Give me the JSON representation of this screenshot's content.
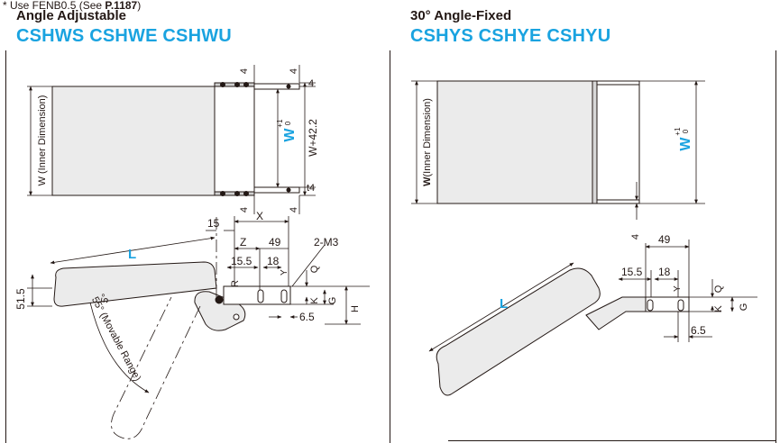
{
  "note": {
    "prefix": "* Use FENB0.5 (See ",
    "ref": "P.1187",
    "suffix": ")"
  },
  "left": {
    "title": "Angle Adjustable",
    "codes": "CSHWS CSHWE CSHWU",
    "inner_dim": "W (Inner Dimension)",
    "w_symbol": "W",
    "tol_plus": "+1",
    "tol_zero": "0",
    "outer": "W+42.2",
    "dim_4": "4",
    "dim_t4": "t4",
    "dim_15": "15",
    "dim_X": "X",
    "dim_Z": "Z",
    "dim_49": "49",
    "dim_2M3": "2-M3",
    "dim_15_5": "15.5",
    "dim_18": "18",
    "dim_Y": "Y",
    "dim_Q": "Q",
    "dim_R": "R",
    "dim_K": "K",
    "dim_G": "G",
    "dim_H": "H",
    "dim_6_5": "6.5",
    "dim_L": "L",
    "dim_51_5": "51.5",
    "dim_5deg": "5°",
    "range": "55° (Movable Range)"
  },
  "right": {
    "title": "30° Angle-Fixed",
    "codes": "CSHYS CSHYE CSHYU",
    "inner_dim_bold": "W",
    "inner_dim": "(Inner Dimension)",
    "w_symbol": "W",
    "tol_plus": "+1",
    "tol_zero": "0",
    "dim_4": "4",
    "dim_49": "49",
    "dim_15_5": "15.5",
    "dim_18": "18",
    "dim_Y": "Y",
    "dim_Q": "Q",
    "dim_K": "K",
    "dim_G": "G",
    "dim_6_5": "6.5",
    "dim_L": "L"
  },
  "colors": {
    "accent": "#1aa3e0",
    "part_fill": "#ebebeb",
    "line": "#231815"
  }
}
